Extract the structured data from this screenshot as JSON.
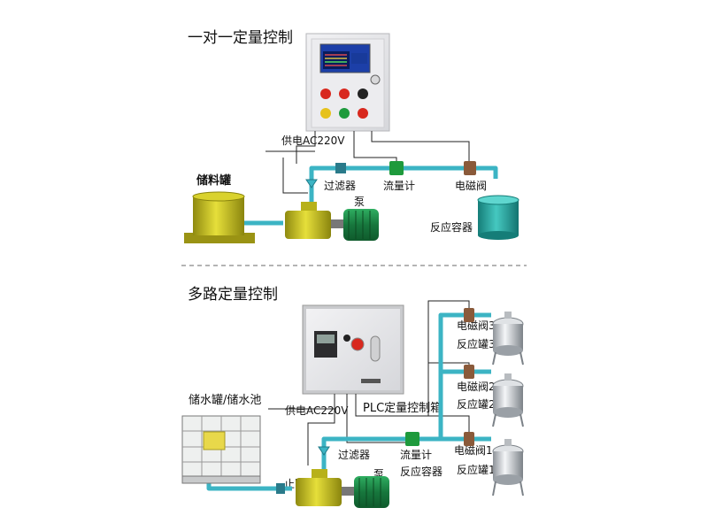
{
  "top": {
    "title": "一对一定量控制",
    "labels": {
      "power": "供电AC220V",
      "storage_tank": "储料罐",
      "filter": "过滤器",
      "flowmeter": "流量计",
      "solenoid": "电磁阀",
      "pump": "泵",
      "reactor": "反应容器"
    }
  },
  "bottom": {
    "title": "多路定量控制",
    "labels": {
      "water_tank": "储水罐/储水池",
      "power": "供电AC220V",
      "plc_box": "PLC定量控制箱",
      "filter": "过滤器",
      "flowmeter": "流量计",
      "reactor": "反应容器",
      "check_valve": "止回阀",
      "pump": "泵",
      "solenoid_3": "电磁阀3",
      "reactor_3": "反应罐3",
      "solenoid_2": "电磁阀2",
      "reactor_2": "反应罐2",
      "solenoid_1": "电磁阀1",
      "reactor_1": "反应罐1"
    }
  },
  "colors": {
    "pipe": "#3cb4c4",
    "tank_yellow": "#c9c21e",
    "reactor_teal": "#2aa59e",
    "motor_green": "#1e8a4a",
    "panel": "#e8e8ea",
    "divider": "#888888"
  }
}
